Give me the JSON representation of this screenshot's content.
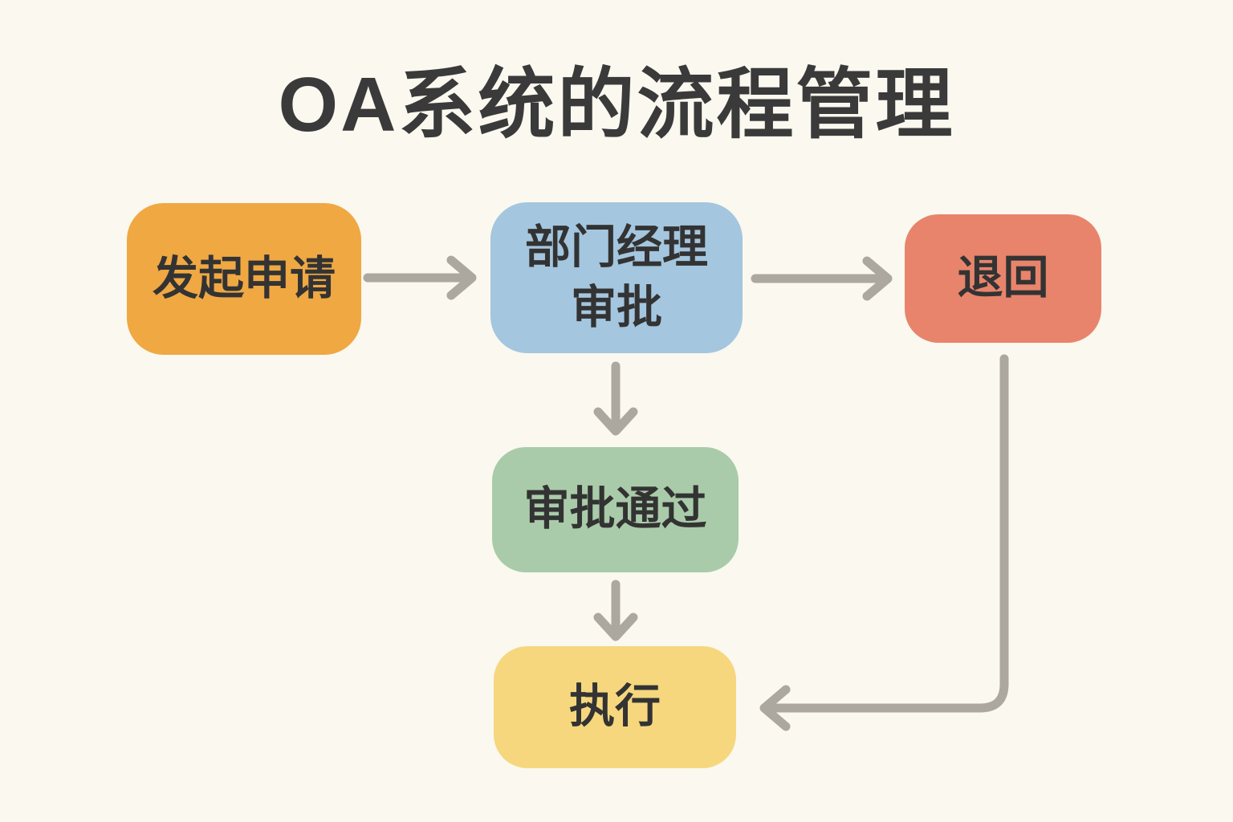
{
  "title": "OA系统的流程管理",
  "colors": {
    "background": "#FAF8EF",
    "arrow": "#ACA79F",
    "node_text": "#333333",
    "title_text": "#3A3A3A",
    "node_start": "#F0A843",
    "node_manager_approval": "#A4C6DF",
    "node_reject": "#E8846C",
    "node_approved": "#A9CBA9",
    "node_execute": "#F6D77E"
  },
  "nodes": [
    {
      "id": "start",
      "label": "发起申请",
      "color": "#F0A843"
    },
    {
      "id": "manager-approval",
      "label": "部门经理审批",
      "lines": [
        "部门经理",
        "审批"
      ],
      "color": "#A4C6DF"
    },
    {
      "id": "reject",
      "label": "退回",
      "color": "#E8846C"
    },
    {
      "id": "approved",
      "label": "审批通过",
      "color": "#A9CBA9"
    },
    {
      "id": "execute",
      "label": "执行",
      "color": "#F6D77E"
    }
  ],
  "edges": [
    {
      "from": "start",
      "to": "manager-approval"
    },
    {
      "from": "manager-approval",
      "to": "reject"
    },
    {
      "from": "manager-approval",
      "to": "approved"
    },
    {
      "from": "approved",
      "to": "execute"
    },
    {
      "from": "reject",
      "to": "execute"
    }
  ]
}
